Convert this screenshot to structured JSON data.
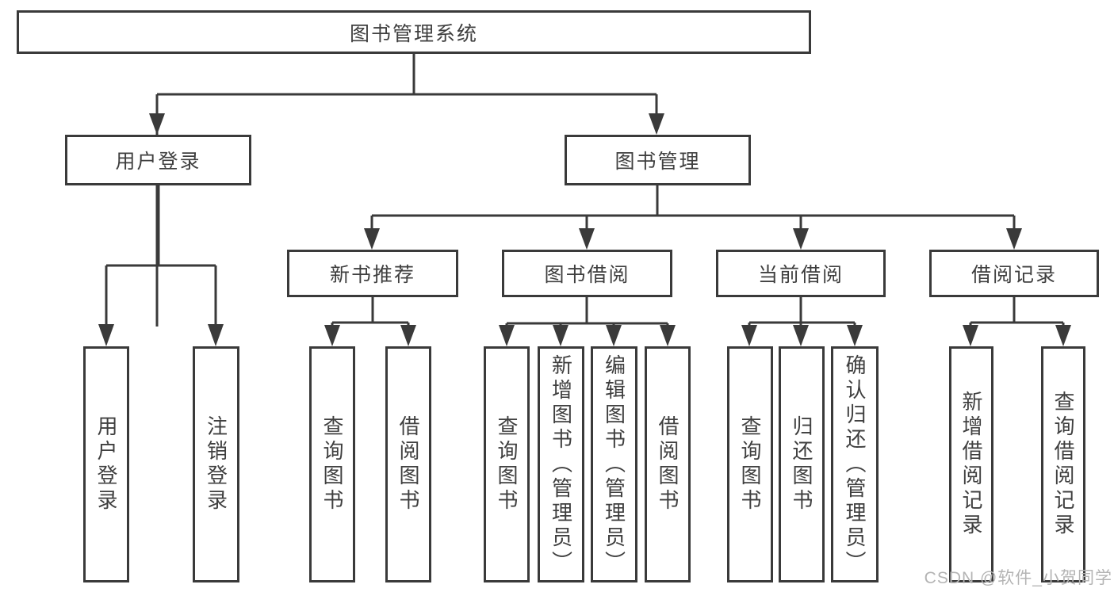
{
  "diagram_title": "图书管理系统",
  "nodes": {
    "root": "图书管理系统",
    "user_login": "用户登录",
    "book_management": "图书管理",
    "new_book_recommend": "新书推荐",
    "book_borrowing": "图书借阅",
    "current_borrowing": "当前借阅",
    "borrowing_records": "借阅记录",
    "leaf_user_login": "用户登录",
    "leaf_logout": "注销登录",
    "leaf_query_books_1": "查询图书",
    "leaf_borrow_books_1": "借阅图书",
    "leaf_query_books_2": "查询图书",
    "leaf_add_books": "新增图书（管理员）",
    "leaf_edit_books": "编辑图书（管理员）",
    "leaf_borrow_books_2": "借阅图书",
    "leaf_query_books_3": "查询图书",
    "leaf_return_books": "归还图书",
    "leaf_confirm_return": "确认归还（管理员）",
    "leaf_add_borrow_record": "新增借阅记录",
    "leaf_query_borrow_record": "查询借阅记录"
  },
  "watermark": "CSDN @软件_小贺同学",
  "colors": {
    "line": "#3a3a3a",
    "text": "#3f3f3f",
    "watermark": "#b4b4b4",
    "background": "#ffffff"
  }
}
